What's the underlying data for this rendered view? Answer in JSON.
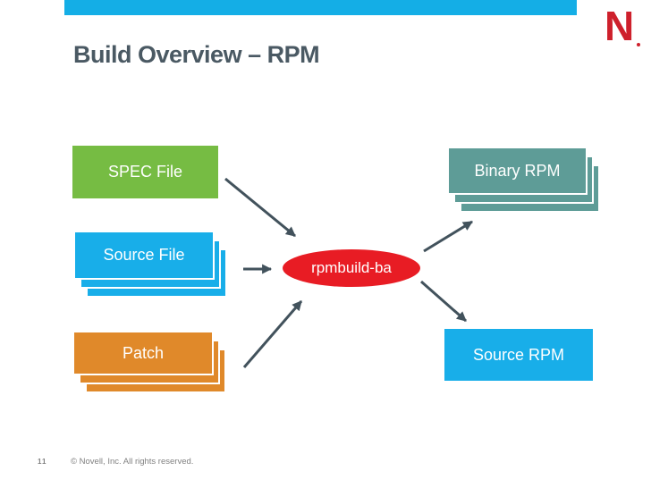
{
  "slide": {
    "title": "Build Overview – RPM",
    "logo_letter": "N",
    "page_number": "11",
    "footer_text": "© Novell, Inc.  All rights reserved."
  },
  "colors": {
    "accent_bar": "#14AEE6",
    "title_text": "#4A5963",
    "logo_red": "#CE202C",
    "arrow": "#42525C",
    "green": "#76BC43",
    "blue": "#18AEE9",
    "orange": "#E0892A",
    "teal": "#5E9C97",
    "red": "#E81C24",
    "footer_gray": "#818181"
  },
  "diagram": {
    "nodes": [
      {
        "id": "spec-file",
        "label": "SPEC File",
        "shape": "rect",
        "fill": "#76BC43",
        "stacked": false
      },
      {
        "id": "source-file",
        "label": "Source File",
        "shape": "rect-stack",
        "fill": "#18AEE9",
        "stacked": true
      },
      {
        "id": "patch",
        "label": "Patch",
        "shape": "rect-stack",
        "fill": "#E0892A",
        "stacked": true
      },
      {
        "id": "rpmbuild",
        "label": "rpmbuild-ba",
        "shape": "ellipse",
        "fill": "#E81C24",
        "stacked": false
      },
      {
        "id": "binary-rpm",
        "label": "Binary RPM",
        "shape": "rect-stack",
        "fill": "#5E9C97",
        "stacked": true
      },
      {
        "id": "source-rpm",
        "label": "Source RPM",
        "shape": "rect",
        "fill": "#18AEE9",
        "stacked": false
      }
    ],
    "edges": [
      {
        "from": "spec-file",
        "to": "rpmbuild"
      },
      {
        "from": "source-file",
        "to": "rpmbuild"
      },
      {
        "from": "patch",
        "to": "rpmbuild"
      },
      {
        "from": "rpmbuild",
        "to": "binary-rpm"
      },
      {
        "from": "rpmbuild",
        "to": "source-rpm"
      }
    ]
  }
}
